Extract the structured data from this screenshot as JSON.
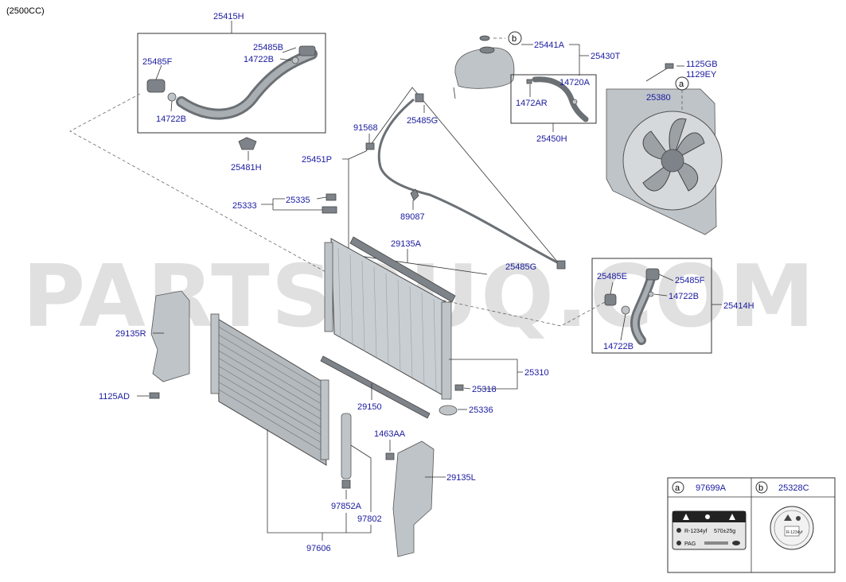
{
  "header": {
    "engine": "(2500CC)"
  },
  "watermark": "PARTSOUQ.COM",
  "part_labels": {
    "p25415H": "25415H",
    "p25485B": "25485B",
    "p14722B_a": "14722B",
    "p25485F_a": "25485F",
    "p14722B_b": "14722B",
    "p25481H": "25481H",
    "p25441A": "25441A",
    "p25430T": "25430T",
    "p1125GB": "1125GB",
    "p1129EY": "1129EY",
    "p14720A": "14720A",
    "p1472AR": "1472AR",
    "p25380": "25380",
    "p25450H": "25450H",
    "p91568": "91568",
    "p25485G_a": "25485G",
    "p25451P": "25451P",
    "p25335": "25335",
    "p25333": "25333",
    "p89087": "89087",
    "p29135A": "29135A",
    "p25485G_b": "25485G",
    "p25485E": "25485E",
    "p25485F_b": "25485F",
    "p14722B_c": "14722B",
    "p25414H": "25414H",
    "p14722B_d": "14722B",
    "p29135R": "29135R",
    "p25310": "25310",
    "p25318": "25318",
    "p1125AD": "1125AD",
    "p29150": "29150",
    "p25336": "25336",
    "p1463AA": "1463AA",
    "p29135L": "29135L",
    "p97852A": "97852A",
    "p97802": "97802",
    "p97606": "97606"
  },
  "callouts": {
    "a": "a",
    "b": "b"
  },
  "legend": {
    "a_letter": "a",
    "a_part": "97699A",
    "b_letter": "b",
    "b_part": "25328C",
    "label_line1": "R-1234yf",
    "label_line1_value": "570±25g",
    "label_line2": "PAG",
    "b_label_text": "R-1234yf"
  }
}
